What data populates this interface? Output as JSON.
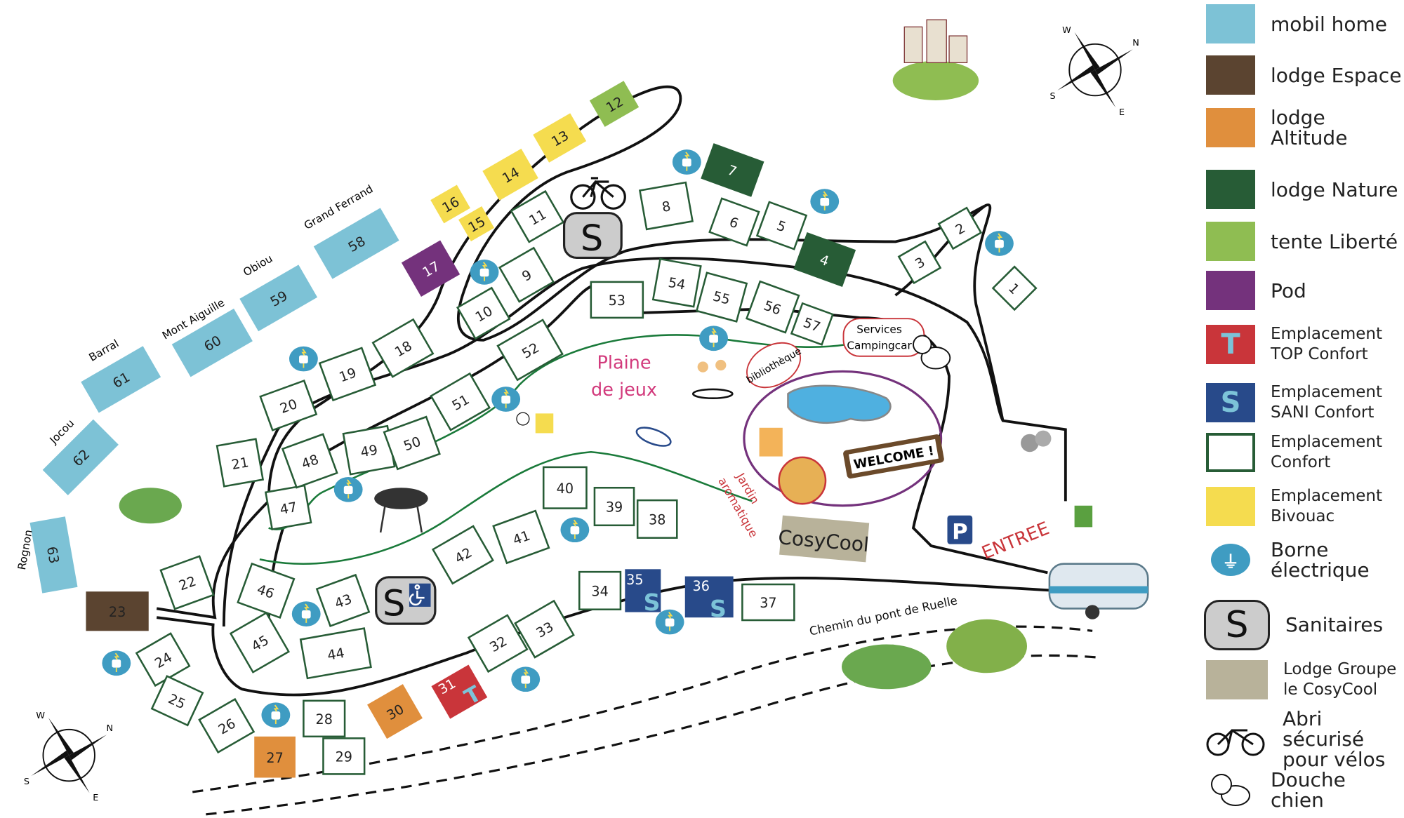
{
  "map": {
    "plots": [
      {
        "n": "1",
        "type": "confort"
      },
      {
        "n": "2",
        "type": "confort"
      },
      {
        "n": "3",
        "type": "confort"
      },
      {
        "n": "4",
        "type": "nature"
      },
      {
        "n": "5",
        "type": "confort"
      },
      {
        "n": "6",
        "type": "confort"
      },
      {
        "n": "7",
        "type": "nature"
      },
      {
        "n": "8",
        "type": "confort"
      },
      {
        "n": "9",
        "type": "confort"
      },
      {
        "n": "10",
        "type": "confort"
      },
      {
        "n": "11",
        "type": "confort"
      },
      {
        "n": "12",
        "type": "liberte"
      },
      {
        "n": "13",
        "type": "bivouac"
      },
      {
        "n": "14",
        "type": "bivouac"
      },
      {
        "n": "15",
        "type": "bivouac"
      },
      {
        "n": "16",
        "type": "bivouac"
      },
      {
        "n": "17",
        "type": "pod"
      },
      {
        "n": "18",
        "type": "confort"
      },
      {
        "n": "19",
        "type": "confort"
      },
      {
        "n": "20",
        "type": "confort"
      },
      {
        "n": "21",
        "type": "confort"
      },
      {
        "n": "22",
        "type": "confort"
      },
      {
        "n": "23",
        "type": "espace"
      },
      {
        "n": "24",
        "type": "confort"
      },
      {
        "n": "25",
        "type": "confort"
      },
      {
        "n": "26",
        "type": "confort"
      },
      {
        "n": "27",
        "type": "altitude"
      },
      {
        "n": "28",
        "type": "confort"
      },
      {
        "n": "29",
        "type": "confort"
      },
      {
        "n": "30",
        "type": "altitude"
      },
      {
        "n": "31",
        "type": "top"
      },
      {
        "n": "32",
        "type": "confort"
      },
      {
        "n": "33",
        "type": "confort"
      },
      {
        "n": "34",
        "type": "confort"
      },
      {
        "n": "35",
        "type": "sani"
      },
      {
        "n": "36",
        "type": "sani"
      },
      {
        "n": "37",
        "type": "confort"
      },
      {
        "n": "38",
        "type": "confort"
      },
      {
        "n": "39",
        "type": "confort"
      },
      {
        "n": "40",
        "type": "confort"
      },
      {
        "n": "41",
        "type": "confort"
      },
      {
        "n": "42",
        "type": "confort"
      },
      {
        "n": "43",
        "type": "confort"
      },
      {
        "n": "44",
        "type": "confort"
      },
      {
        "n": "45",
        "type": "confort"
      },
      {
        "n": "46",
        "type": "confort"
      },
      {
        "n": "47",
        "type": "confort"
      },
      {
        "n": "48",
        "type": "confort"
      },
      {
        "n": "49",
        "type": "confort"
      },
      {
        "n": "50",
        "type": "confort"
      },
      {
        "n": "51",
        "type": "confort"
      },
      {
        "n": "52",
        "type": "confort"
      },
      {
        "n": "53",
        "type": "confort"
      },
      {
        "n": "54",
        "type": "confort"
      },
      {
        "n": "55",
        "type": "confort"
      },
      {
        "n": "56",
        "type": "confort"
      },
      {
        "n": "57",
        "type": "confort"
      },
      {
        "n": "58",
        "type": "mobil"
      },
      {
        "n": "59",
        "type": "mobil"
      },
      {
        "n": "60",
        "type": "mobil"
      },
      {
        "n": "61",
        "type": "mobil"
      },
      {
        "n": "62",
        "type": "mobil"
      },
      {
        "n": "63",
        "type": "mobil"
      }
    ],
    "mobil_names": [
      "Grand Ferrand",
      "Obiou",
      "Mont Aiguille",
      "Barral",
      "Jocou",
      "Rognon"
    ],
    "labels": {
      "plaine1": "Plaine",
      "plaine2": "de jeux",
      "bibliotheque": "bibliothèque",
      "services1": "Services",
      "services2": "Campingcar",
      "cosycool": "CosyCool",
      "jardin1": "Jardin",
      "jardin2": "aromatique",
      "entree": "ENTREE",
      "parking": "P",
      "chemin": "Chemin du pont de Ruelle",
      "welcome": "WELCOME !",
      "sanitaire": "S",
      "compass_n": "N",
      "compass_s": "S",
      "compass_e": "E",
      "compass_w": "W"
    },
    "colors": {
      "mobil": "#7dc2d6",
      "espace": "#5b4430",
      "altitude": "#e08f3d",
      "nature": "#275c36",
      "liberte": "#8fbd52",
      "pod": "#74327c",
      "top": "#c9353a",
      "sani": "#284a8a",
      "confort": "#ffffff",
      "bivouac": "#f5dc4f",
      "groupe": "#b8b29a",
      "borne": "#3f9cc2"
    }
  },
  "legend": [
    {
      "label": "mobil home",
      "key": "mobil"
    },
    {
      "label": "lodge Espace",
      "key": "espace"
    },
    {
      "label": "lodge Altitude",
      "key": "altitude"
    },
    {
      "label": "lodge Nature",
      "key": "nature"
    },
    {
      "label": "tente Liberté",
      "key": "liberte"
    },
    {
      "label": "Pod",
      "key": "pod"
    },
    {
      "label": "Emplacement\nTOP Confort",
      "key": "top",
      "glyph": "T"
    },
    {
      "label": "Emplacement\nSANI Confort",
      "key": "sani",
      "glyph": "S"
    },
    {
      "label": "Emplacement\nConfort",
      "key": "confort"
    },
    {
      "label": "Emplacement\nBivouac",
      "key": "bivouac"
    },
    {
      "label": "Borne\nélectrique",
      "key": "borne"
    },
    {
      "label": "Sanitaires",
      "key": "sanitaires",
      "glyph": "S"
    },
    {
      "label": "Lodge Groupe\nle CosyCool",
      "key": "groupe"
    },
    {
      "label": "Abri sécurisé\npour vélos",
      "key": "velo"
    },
    {
      "label": "Douche chien",
      "key": "chien"
    }
  ]
}
